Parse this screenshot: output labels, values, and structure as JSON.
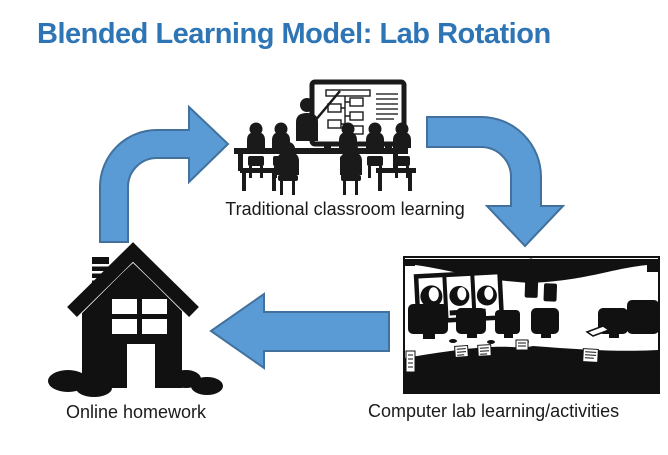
{
  "title": {
    "text": "Blended Learning Model: Lab Rotation",
    "color": "#2E75B6"
  },
  "colors": {
    "background": "#FFFFFF",
    "arrow_fill": "#5B9BD5",
    "arrow_border": "#41719C",
    "artwork_black": "#1A1A1A"
  },
  "nodes": [
    {
      "id": "classroom",
      "icon": "classroom-illustration",
      "label": "Traditional classroom learning"
    },
    {
      "id": "computer_lab",
      "icon": "computer-lab-photo",
      "label": "Computer lab learning/activities"
    },
    {
      "id": "online_homework",
      "icon": "house-icon",
      "label": "Online homework"
    }
  ],
  "arrows": [
    {
      "id": "homework-to-classroom",
      "shape": "curved-up-then-right"
    },
    {
      "id": "classroom-to-lab",
      "shape": "curved-right-then-down"
    },
    {
      "id": "lab-to-homework",
      "shape": "straight-left"
    }
  ]
}
